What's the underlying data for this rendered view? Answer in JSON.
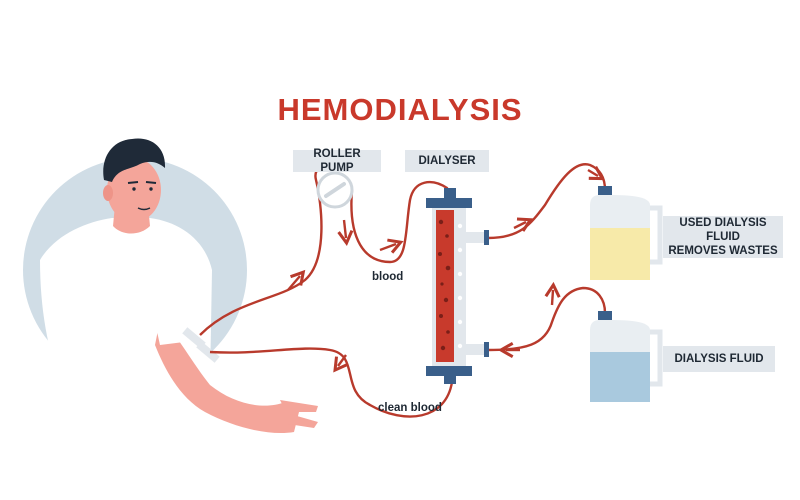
{
  "title": "HEMODIALYSIS",
  "labels": {
    "roller_pump": "ROLLER PUMP",
    "dialyser": "DIALYSER",
    "used_fluid_line1": "USED DIALYSIS FLUID",
    "used_fluid_line2": "REMOVES WASTES",
    "dialysis_fluid": "DIALYSIS FLUID",
    "blood": "blood",
    "clean_blood": "clean blood"
  },
  "colors": {
    "tube": "#b83a2c",
    "title": "#c9392b",
    "label_bg": "#e2e7ec",
    "circle_bg": "#d0dde6",
    "skin": "#f4a59a",
    "hair": "#1f2a38",
    "shirt": "#ffffff",
    "dialyser_cap": "#3a5f8a",
    "blood_core": "#c83a2c",
    "used_fluid": "#f7eaa9",
    "fresh_fluid": "#a9c9de",
    "container": "#e9eef2"
  }
}
